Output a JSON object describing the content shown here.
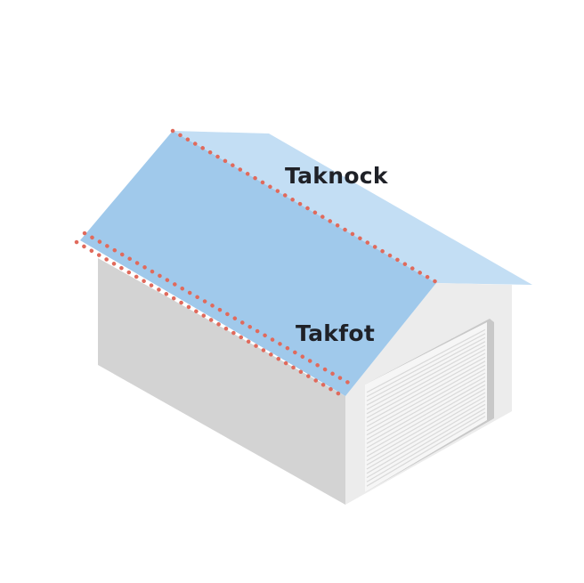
{
  "labels": {
    "ridge": "Taknock",
    "eaves": "Takfot"
  },
  "colors": {
    "roof_front": "#a0c9eb",
    "roof_back": "#c3def4",
    "wall_side": "#d3d3d3",
    "wall_gable": "#ececec",
    "door": "#f6f6f6",
    "door_frame": "#c8c8c8",
    "door_lines": "#d9d9d9",
    "dots": "#e06a5c",
    "text": "#1f2127"
  },
  "icons": {
    "building": "garage-illustration"
  }
}
